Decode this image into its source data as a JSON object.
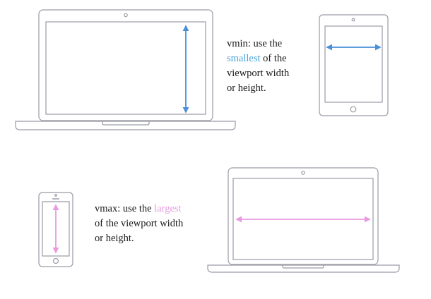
{
  "vmin": {
    "prefix": "vmin: use the",
    "keyword": "smallest",
    "after_keyword": " of the",
    "line2": "viewport width",
    "line3": "or height."
  },
  "vmax": {
    "prefix": "vmax: use the",
    "keyword": "largest",
    "line2": "of the viewport width",
    "line3": "or height."
  },
  "colors": {
    "device_outline": "#9a9ba6",
    "vmin_arrow": "#4a8fd8",
    "vmax_arrow": "#e79ae0",
    "vmin_keyword": "#4aa3d8",
    "vmax_keyword": "#e79ae0"
  }
}
